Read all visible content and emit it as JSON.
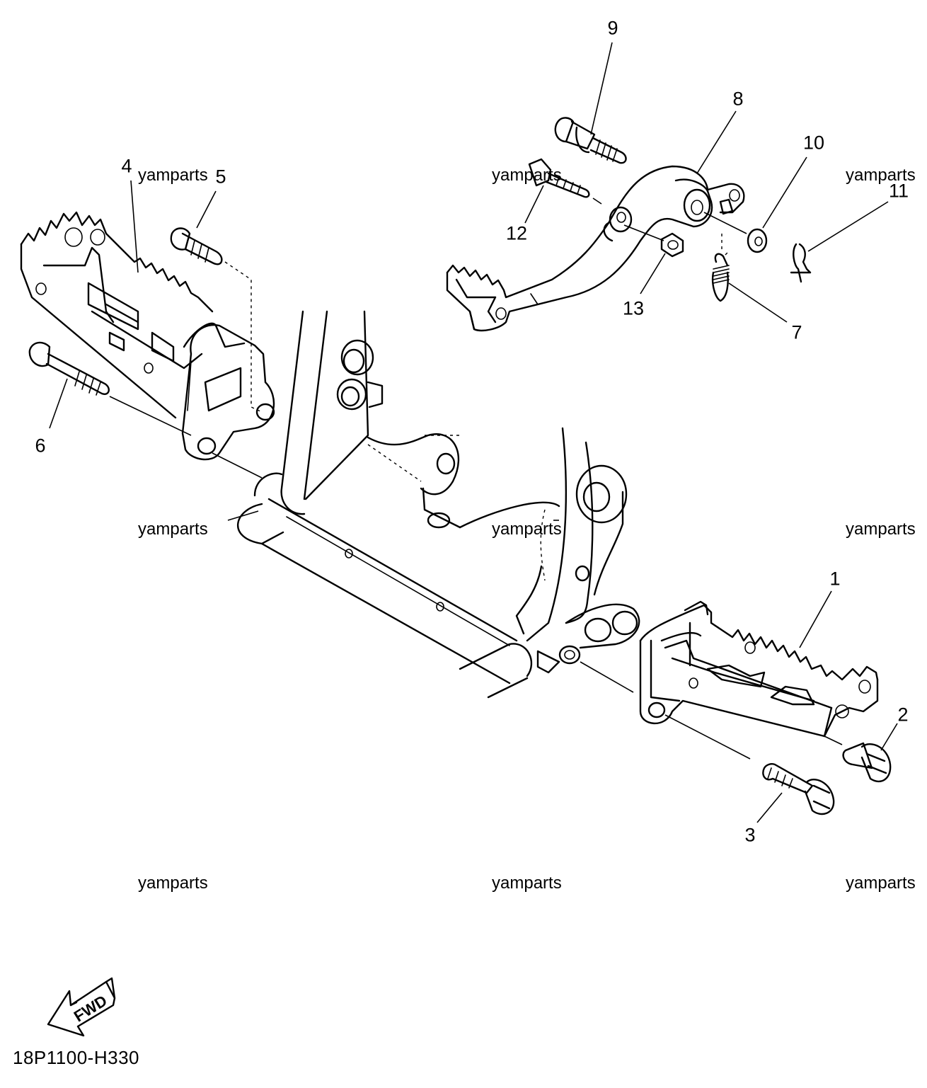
{
  "callouts": [
    {
      "id": "1",
      "label": "1"
    },
    {
      "id": "2",
      "label": "2"
    },
    {
      "id": "3",
      "label": "3"
    },
    {
      "id": "4",
      "label": "4"
    },
    {
      "id": "5",
      "label": "5"
    },
    {
      "id": "6",
      "label": "6"
    },
    {
      "id": "7",
      "label": "7"
    },
    {
      "id": "8",
      "label": "8"
    },
    {
      "id": "9",
      "label": "9"
    },
    {
      "id": "10",
      "label": "10"
    },
    {
      "id": "11",
      "label": "11"
    },
    {
      "id": "12",
      "label": "12"
    },
    {
      "id": "13",
      "label": "13"
    }
  ],
  "watermark": "yamparts",
  "fwd_label": "FWD",
  "diagram_code": "18P1100-H330"
}
